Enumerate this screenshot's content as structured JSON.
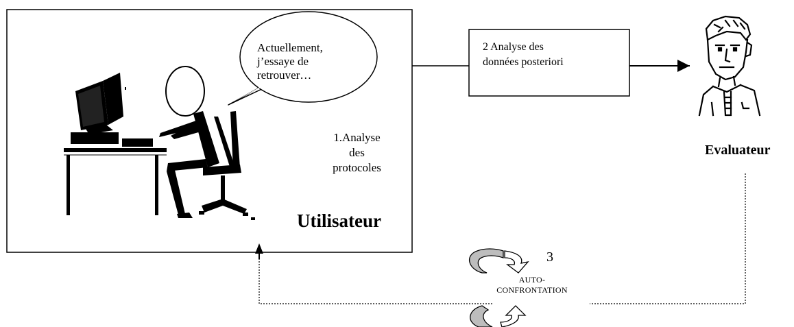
{
  "speech_bubble": {
    "text": "Actuellement,\nj’essaye de\nretrouver…"
  },
  "steps": {
    "step1": "1.Analyse\ndes\nprotocoles",
    "step2": "2  Analyse des\ndonnées posteriori",
    "step3_number": "3",
    "step3_label": "AUTO-\nCONFRONTATION"
  },
  "actors": {
    "user": "Utilisateur",
    "evaluator": "Evaluateur"
  }
}
